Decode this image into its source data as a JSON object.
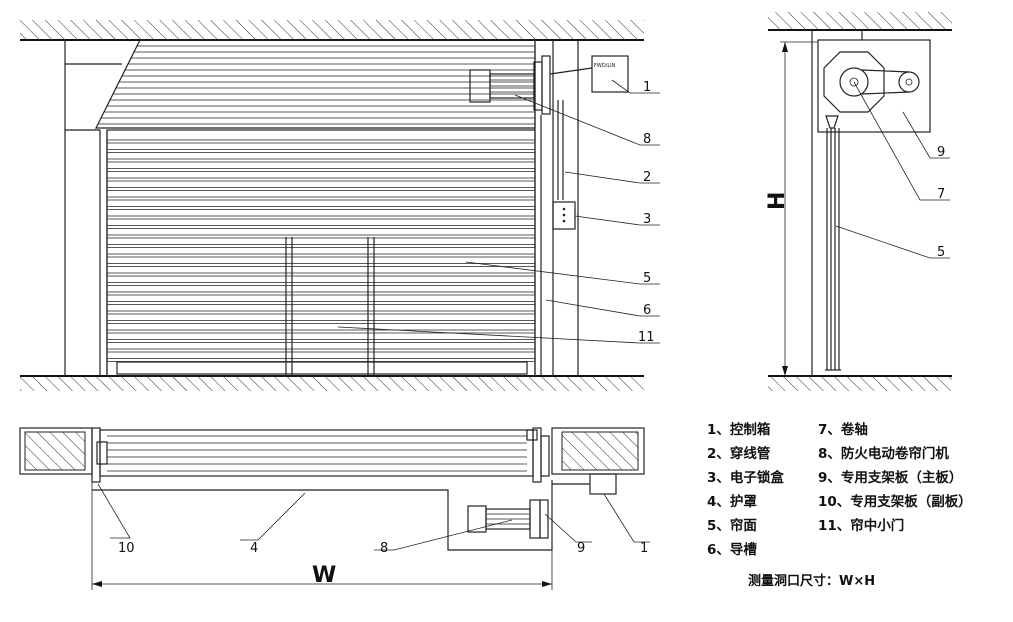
{
  "callouts": {
    "front": [
      "1",
      "8",
      "2",
      "3",
      "5",
      "6",
      "11"
    ],
    "side": [
      "9",
      "7",
      "5"
    ],
    "plan": [
      "10",
      "4",
      "8",
      "9",
      "1"
    ]
  },
  "control_box_label": "FWD/LIN",
  "dimensions": {
    "width": "W",
    "height": "H"
  },
  "legend": {
    "left": [
      "1、控制箱",
      "2、穿线管",
      "3、电子锁盒",
      "4、护罩",
      "5、帘面",
      "6、导槽"
    ],
    "right": [
      "7、卷轴",
      "8、防火电动卷帘门机",
      "9、专用支架板（主板）",
      "10、专用支架板（副板）",
      "11、帘中小门"
    ]
  },
  "measurement_note": "测量洞口尺寸：W×H"
}
